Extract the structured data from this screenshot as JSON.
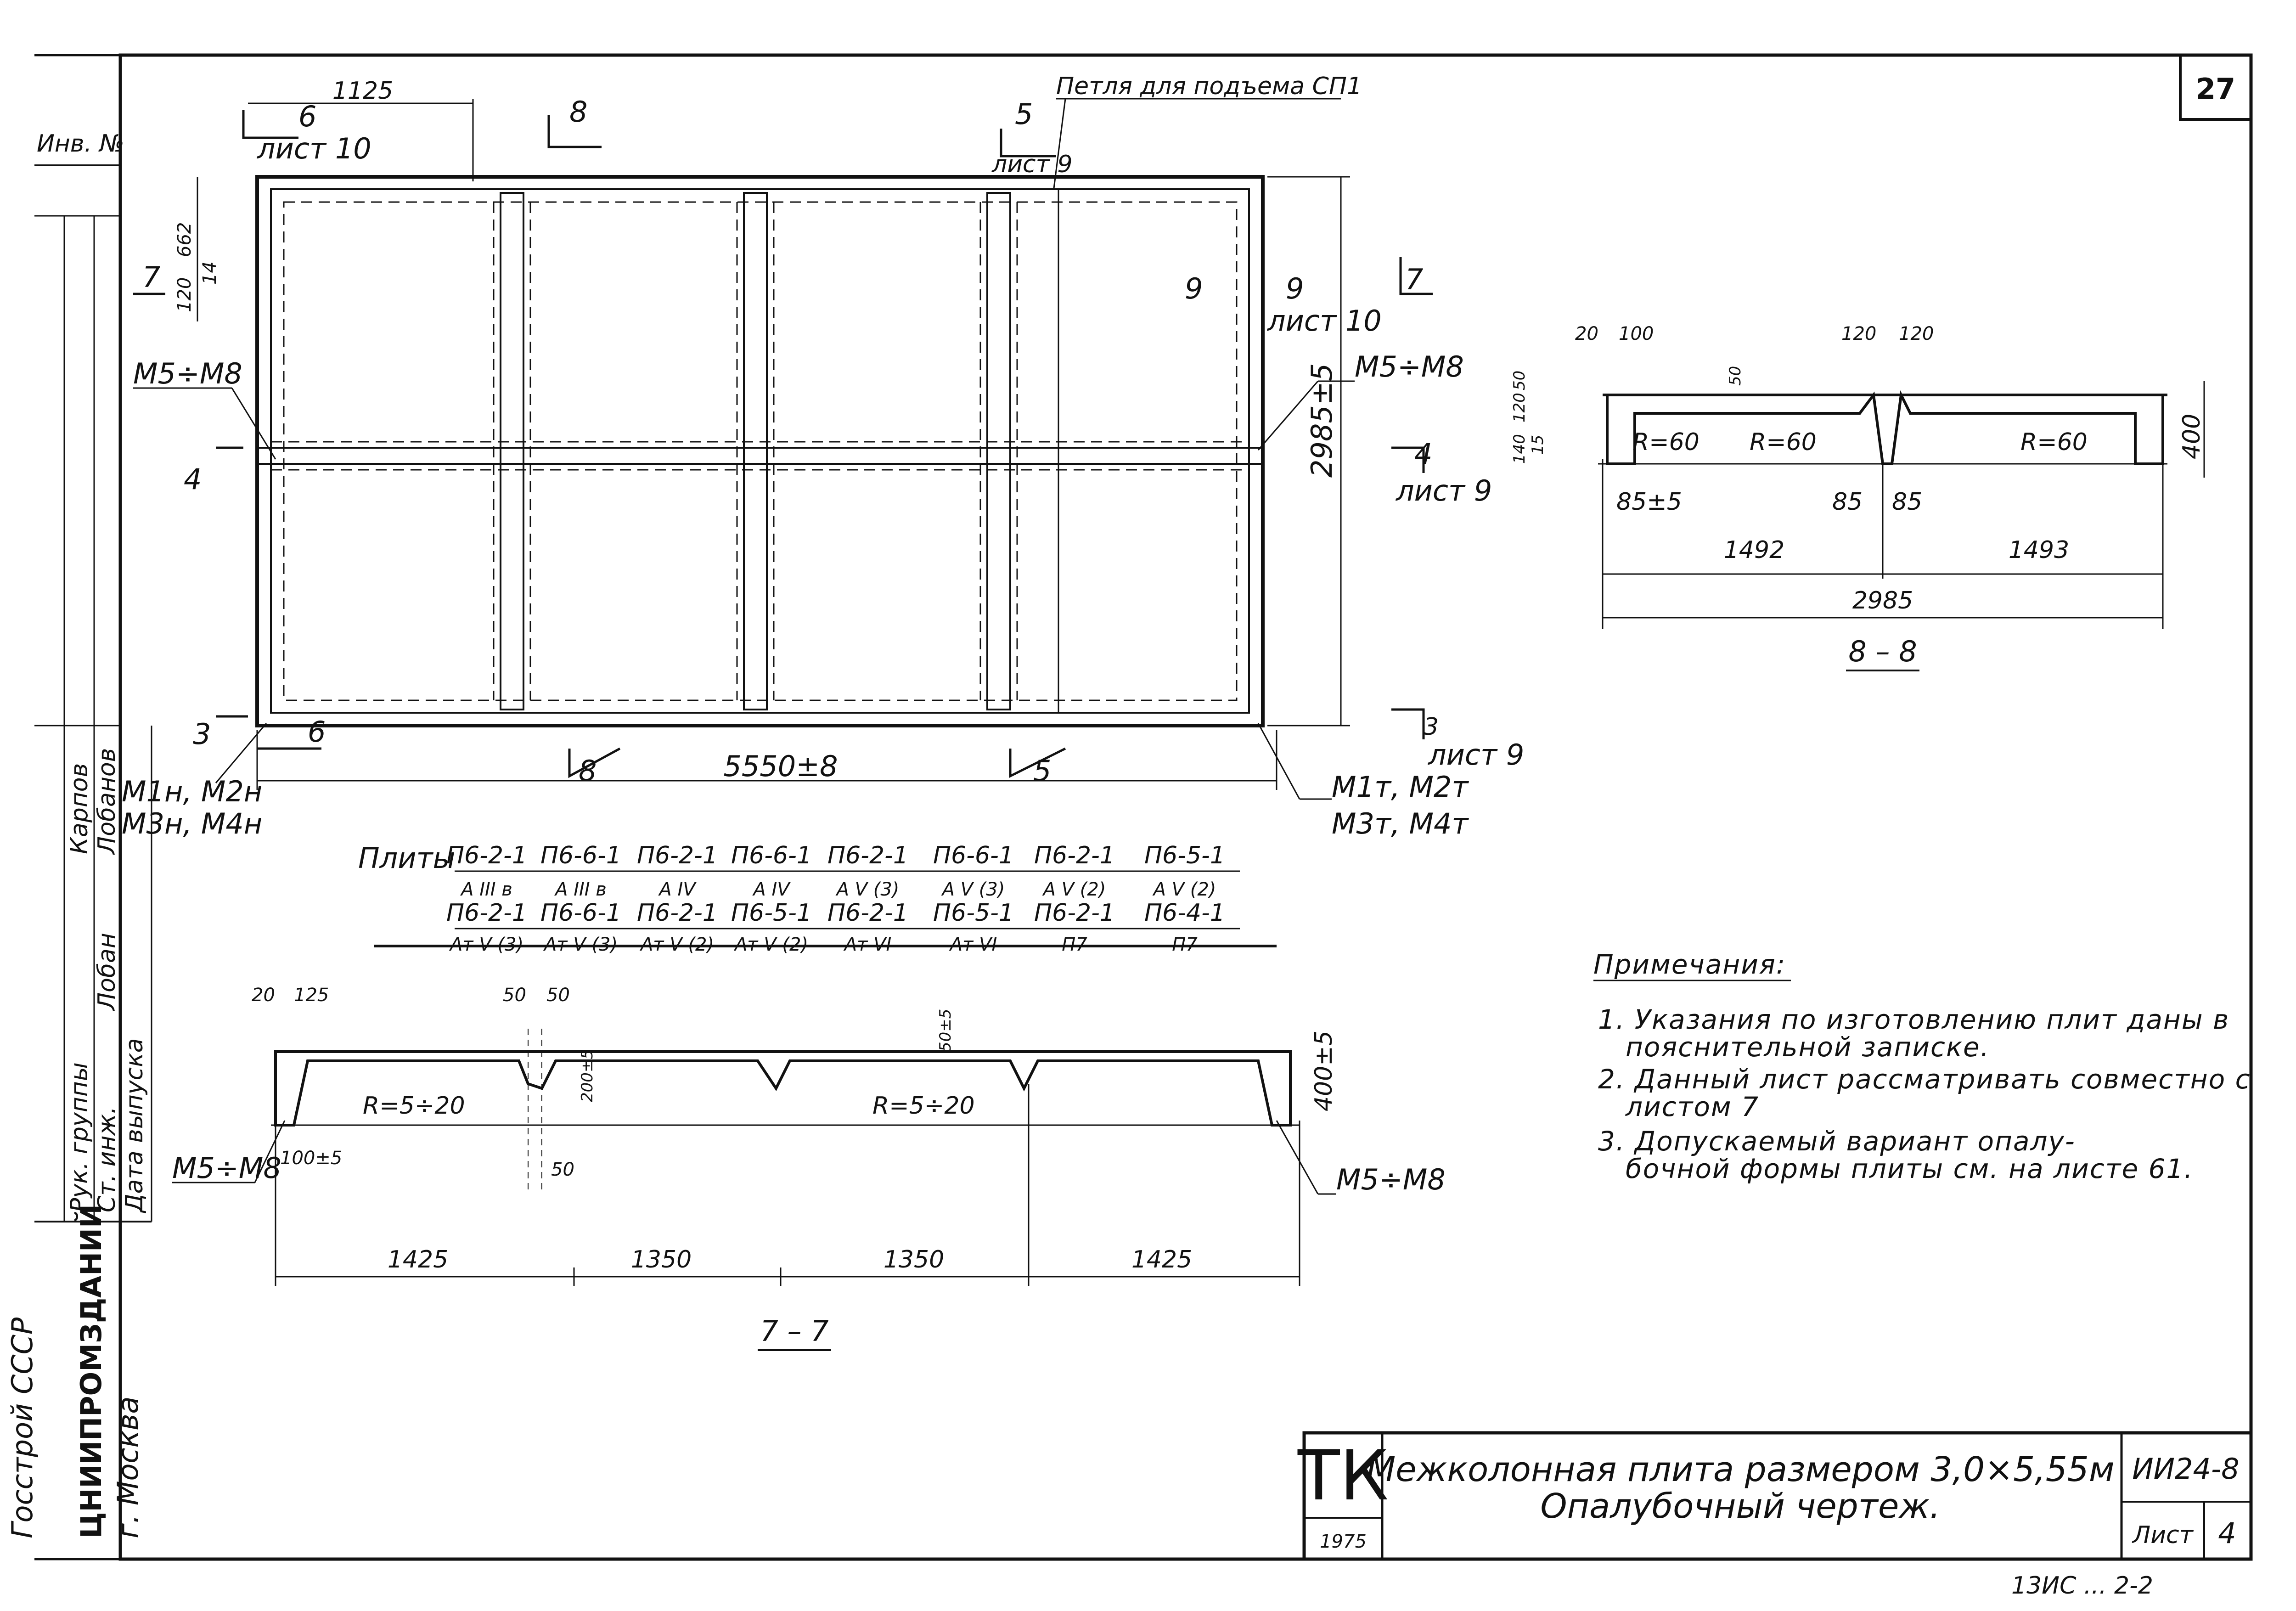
{
  "sheet": {
    "corner_number": "27",
    "bottom_fragment": "13ИС ... 2-2"
  },
  "plan": {
    "loop_label": "Петля для подъема СП1",
    "overall_length": "5550±8",
    "overall_width": "2985±5",
    "top_length": "1125",
    "edge_dims": [
      "662",
      "120",
      "14"
    ],
    "embedded_left": "М5÷М8",
    "embedded_right": "М5÷М8",
    "bottom_left_parts": [
      "М1н, М2н",
      "М3н, М4н"
    ],
    "bottom_right_parts": [
      "М1т, М2т",
      "М3т, М4т"
    ],
    "sections": {
      "s6_top": "6",
      "s6_top_sheet": "лист 10",
      "s8_top": "8",
      "s5_top": "5",
      "s5_top_sheet": "лист 9",
      "s7_left": "7",
      "s7_right": "7",
      "s9_mark": "9",
      "s9_right": "9",
      "s9_right_sheet": "лист 10",
      "s4_left": "4",
      "s4_right": "4",
      "s4_right_sheet": "лист 9",
      "s3_left": "3",
      "s3_right": "3",
      "s3_right_sheet": "лист 9",
      "s6_bottom": "6",
      "s8_bottom": "8",
      "s5_bottom": "5"
    }
  },
  "plates": {
    "word": "Плиты",
    "row1": [
      {
        "num": "П6-2-1",
        "den": "А III в"
      },
      {
        "num": "П6-6-1",
        "den": "А III в"
      },
      {
        "num": "П6-2-1",
        "den": "А IV"
      },
      {
        "num": "П6-6-1",
        "den": "А IV"
      },
      {
        "num": "П6-2-1",
        "den": "А V (3)"
      },
      {
        "num": "П6-6-1",
        "den": "А V (3)"
      },
      {
        "num": "П6-2-1",
        "den": "А V (2)"
      },
      {
        "num": "П6-5-1",
        "den": "А V (2)"
      }
    ],
    "row2": [
      {
        "num": "П6-2-1",
        "den": "Ат V (3)"
      },
      {
        "num": "П6-6-1",
        "den": "Ат V (3)"
      },
      {
        "num": "П6-2-1",
        "den": "Ат V (2)"
      },
      {
        "num": "П6-5-1",
        "den": "Ат V (2)"
      },
      {
        "num": "П6-2-1",
        "den": "Ат VI"
      },
      {
        "num": "П6-5-1",
        "den": "Ат VI"
      },
      {
        "num": "П6-2-1",
        "den": "П7"
      },
      {
        "num": "П6-4-1",
        "den": "П7"
      }
    ]
  },
  "section_88": {
    "title": "8 – 8",
    "top_dims": [
      "20",
      "100",
      "120",
      "120"
    ],
    "rib_dim": "50",
    "left_dims": [
      "140",
      "120",
      "50",
      "15"
    ],
    "radii": [
      "R=60",
      "R=60",
      "R=60"
    ],
    "height": "400",
    "bottom_dims": [
      "85±5",
      "85",
      "85"
    ],
    "spans": [
      "1492",
      "1493"
    ],
    "total": "2985"
  },
  "section_77": {
    "title": "7 – 7",
    "top_dims": [
      "20",
      "125",
      "50",
      "50",
      "50±5"
    ],
    "rib_height": "200±5",
    "radii": [
      "R=5÷20",
      "R=5÷20"
    ],
    "height": "400±5",
    "bottom_dims": [
      "100±5",
      "50"
    ],
    "embedded_left": "М5÷М8",
    "embedded_right": "М5÷М8",
    "spans": [
      "1425",
      "1350",
      "1350",
      "1425"
    ]
  },
  "notes": {
    "heading": "Примечания:",
    "items": [
      "1. Указания по изготовлению плит даны в",
      "пояснительной записке.",
      "2. Данный лист рассматривать совместно с",
      "листом 7",
      "3. Допускаемый вариант опалу-",
      "бочной формы плиты см. на листе 61."
    ]
  },
  "left_margin": {
    "inv_no": "Инв. №",
    "institute": "ЦНИИПРОМЗДАНИЙ",
    "city": "г. Москва",
    "gosstroy": "Госстрой СССР",
    "role_group_head": "Рук. группы",
    "role_engineer": "Ст. инж.",
    "release_date": "Дата выпуска",
    "name_1": "Карпов",
    "name_2": "Лобанов",
    "sign": "Лобан"
  },
  "title_block": {
    "tk": "ТК",
    "year": "1975",
    "title_line1": "Межколонная плита размером 3,0×5,55м",
    "title_line2": "Опалубочный чертеж.",
    "code": "ИИ24-8",
    "sheet_label": "Лист",
    "sheet_no": "4"
  }
}
